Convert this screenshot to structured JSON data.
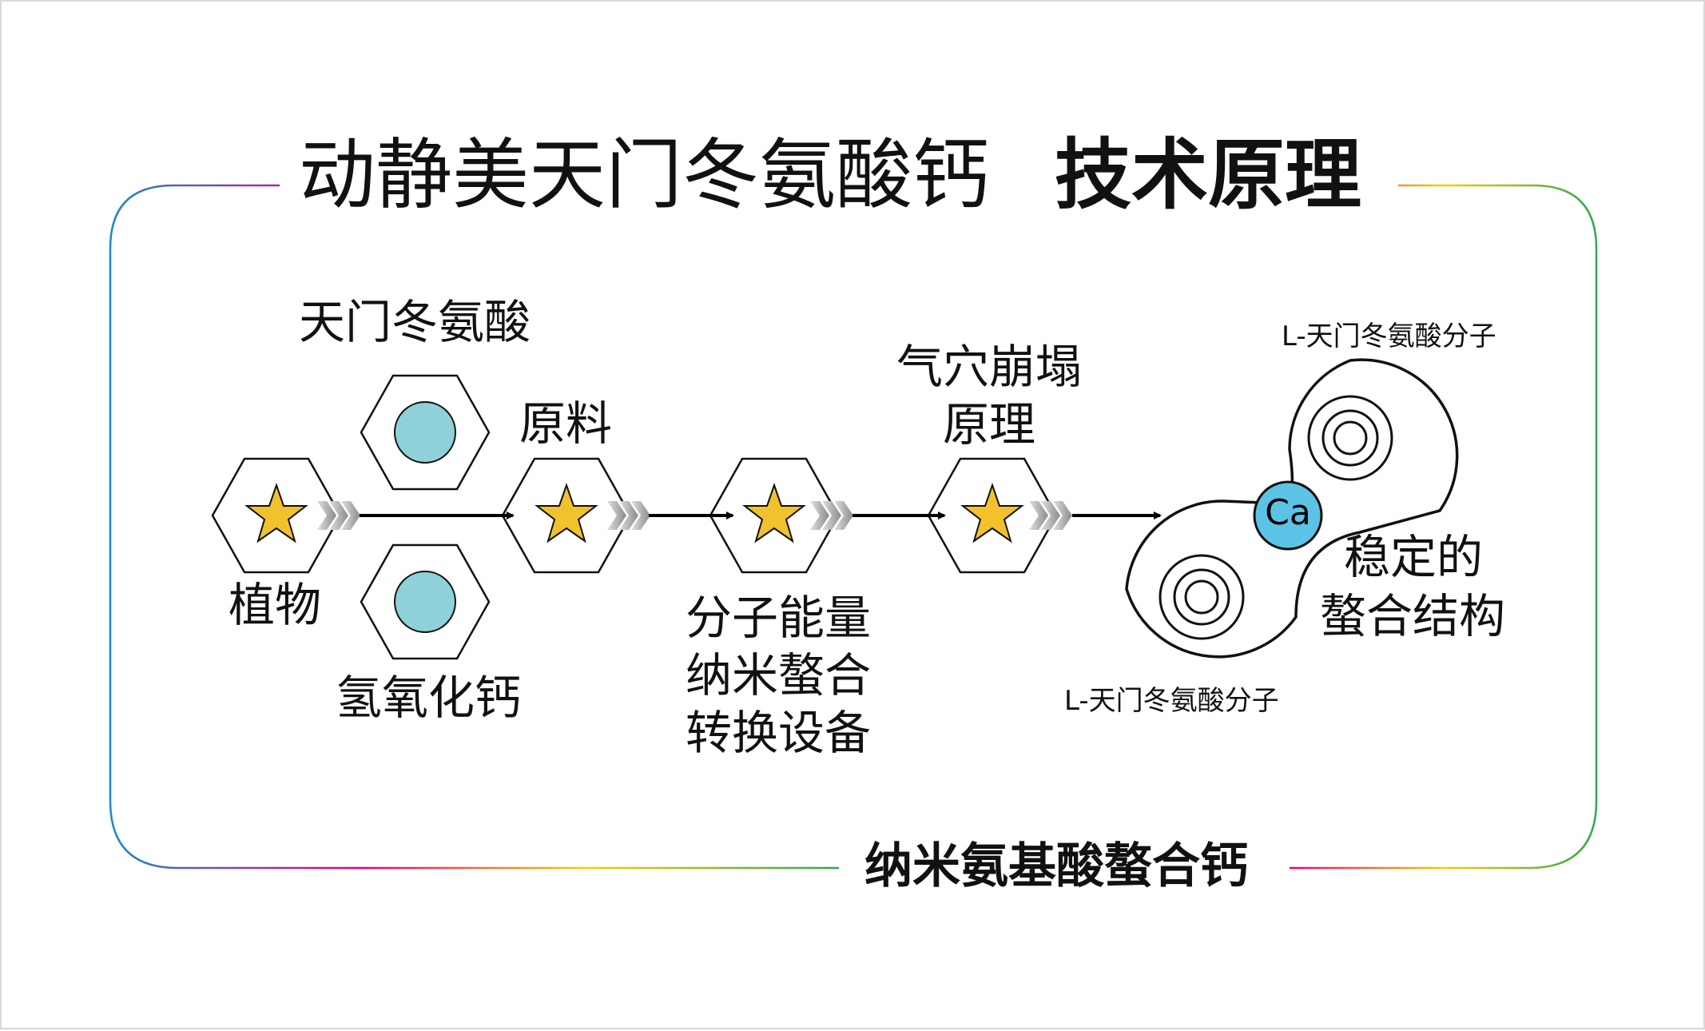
{
  "title": {
    "main": "动静美天门冬氨酸钙",
    "emphasis": "技术原理"
  },
  "footer": {
    "label": "纳米氨基酸螯合钙"
  },
  "labels": {
    "asparagine": "天门冬氨酸",
    "plant": "植物",
    "calcium_hydroxide": "氢氧化钙",
    "raw_material": "原料",
    "device_line1": "分子能量",
    "device_line2": "纳米螯合",
    "device_line3": "转换设备",
    "cavitation_line1": "气穴崩塌",
    "cavitation_line2": "原理",
    "molecule_top": "L-天门冬氨酸分子",
    "molecule_bottom": "L-天门冬氨酸分子",
    "stable_line1": "稳定的",
    "stable_line2": "螯合结构",
    "calcium": "Ca"
  },
  "colors": {
    "star_fill": "#f2c12e",
    "circle_fill": "#8fd1d8",
    "calcium_fill": "#5cc3e6",
    "frame_gradient": [
      "#1e88c9",
      "#e6007e",
      "#f4d000",
      "#2fa84f"
    ]
  }
}
